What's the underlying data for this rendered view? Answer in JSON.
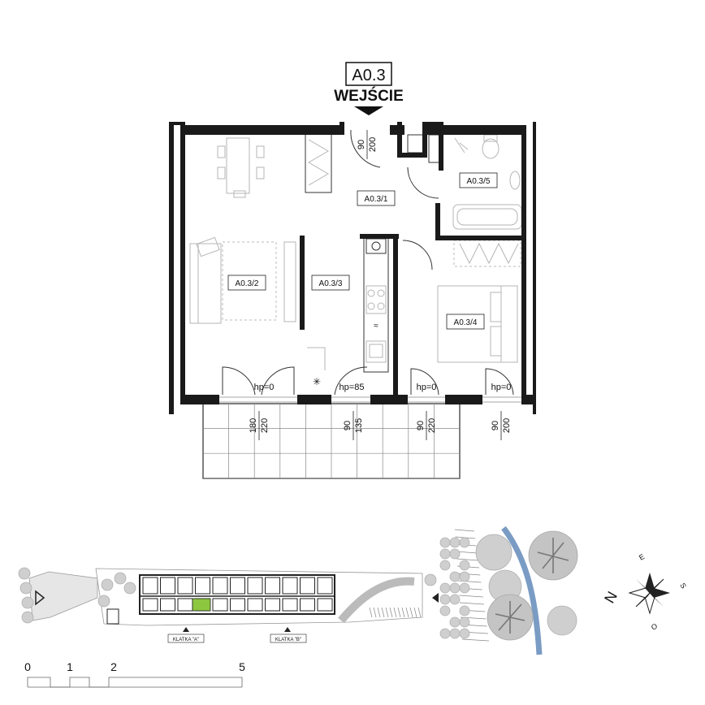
{
  "apartment": {
    "code": "A0.3",
    "entrance_label": "WEJŚCIE"
  },
  "rooms": [
    {
      "id": "r1",
      "label": "A0.3/1"
    },
    {
      "id": "r2",
      "label": "A0.3/2"
    },
    {
      "id": "r3",
      "label": "A0.3/3"
    },
    {
      "id": "r4",
      "label": "A0.3/4"
    },
    {
      "id": "r5",
      "label": "A0.3/5"
    }
  ],
  "sill_heights": [
    "hp=0",
    "hp=85",
    "hp=0",
    "hp=0"
  ],
  "openings": [
    {
      "width": "90",
      "height": "200"
    },
    {
      "width": "180",
      "height": "220"
    },
    {
      "width": "90",
      "height": "135"
    },
    {
      "width": "90",
      "height": "220"
    },
    {
      "width": "90",
      "height": "200"
    }
  ],
  "site_plan": {
    "stairwells": [
      "KLATKA \"A\"",
      "KLATKA \"B\""
    ],
    "highlight_color": "#8dc63f",
    "river_color": "#7a9cc4"
  },
  "compass": {
    "letters": [
      "N",
      "E",
      "S",
      "O"
    ]
  },
  "scale_bar": {
    "ticks": [
      "0",
      "1",
      "2",
      "5"
    ]
  }
}
